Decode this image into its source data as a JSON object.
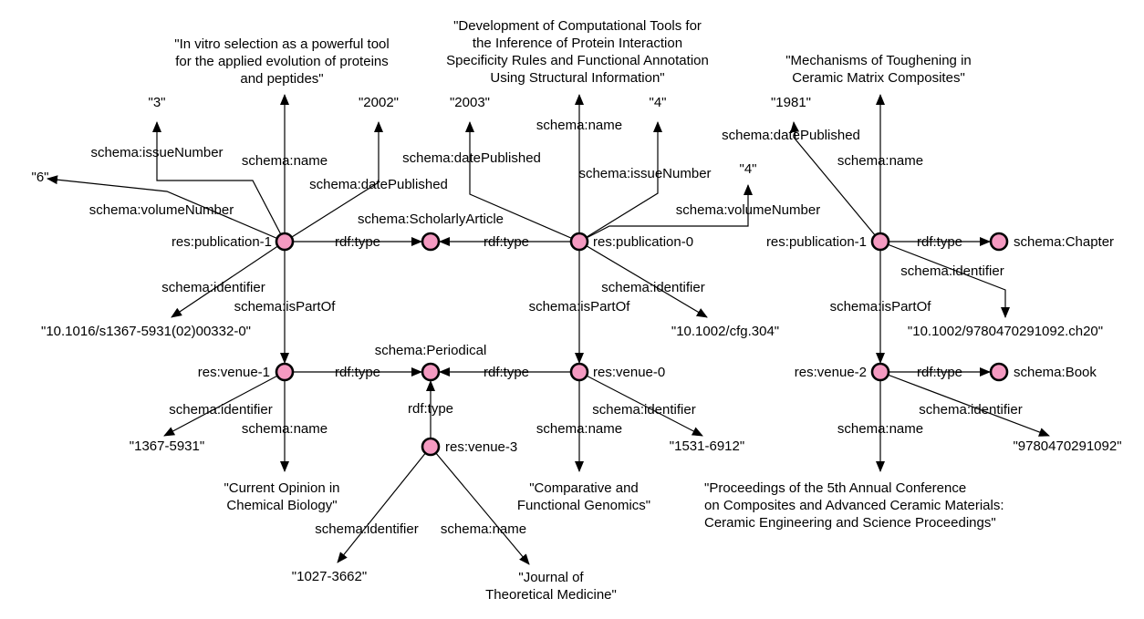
{
  "colors": {
    "node_fill": "#f49ac1",
    "stroke": "#000000",
    "background": "#ffffff"
  },
  "nodes": [
    {
      "id": "pub1a",
      "label": "res:publication-1"
    },
    {
      "id": "pub0",
      "label": "res:publication-0"
    },
    {
      "id": "pub1b",
      "label": "res:publication-1"
    },
    {
      "id": "article",
      "label": "schema:ScholarlyArticle"
    },
    {
      "id": "periodical",
      "label": "schema:Periodical"
    },
    {
      "id": "chapter",
      "label": "schema:Chapter"
    },
    {
      "id": "book",
      "label": "schema:Book"
    },
    {
      "id": "venue1",
      "label": "res:venue-1"
    },
    {
      "id": "venue0",
      "label": "res:venue-0"
    },
    {
      "id": "venue2",
      "label": "res:venue-2"
    },
    {
      "id": "venue3",
      "label": "res:venue-3"
    }
  ],
  "literals": [
    {
      "id": "issue3",
      "lines": [
        "\"3\""
      ]
    },
    {
      "id": "vol6",
      "lines": [
        "\"6\""
      ]
    },
    {
      "id": "title_invitro",
      "lines": [
        "\"In vitro selection as a powerful tool",
        "for the applied evolution of proteins",
        "and peptides\""
      ]
    },
    {
      "id": "date2002",
      "lines": [
        "\"2002\""
      ]
    },
    {
      "id": "doi_s1367",
      "lines": [
        "\"10.1016/s1367-5931(02)00332-0\""
      ]
    },
    {
      "id": "title_compmethods",
      "lines": [
        "\"Development of Computational Tools for",
        "the Inference of Protein Interaction",
        "Specificity Rules and Functional Annotation",
        "Using Structural Information\""
      ]
    },
    {
      "id": "date2003",
      "lines": [
        "\"2003\""
      ]
    },
    {
      "id": "issue4",
      "lines": [
        "\"4\""
      ]
    },
    {
      "id": "vol4",
      "lines": [
        "\"4\""
      ]
    },
    {
      "id": "doi_cfg",
      "lines": [
        "\"10.1002/cfg.304\""
      ]
    },
    {
      "id": "title_toughening",
      "lines": [
        "\"Mechanisms of Toughening in",
        "Ceramic Matrix Composites\""
      ]
    },
    {
      "id": "date1981",
      "lines": [
        "\"1981\""
      ]
    },
    {
      "id": "doi_ch20",
      "lines": [
        "\"10.1002/9780470291092.ch20\""
      ]
    },
    {
      "id": "issn1367",
      "lines": [
        "\"1367-5931\""
      ]
    },
    {
      "id": "name_cocb",
      "lines": [
        "\"Current Opinion in",
        "Chemical Biology\""
      ]
    },
    {
      "id": "issn1531",
      "lines": [
        "\"1531-6912\""
      ]
    },
    {
      "id": "name_cfg",
      "lines": [
        "\"Comparative and",
        "Functional Genomics\""
      ]
    },
    {
      "id": "isbn",
      "lines": [
        "\"9780470291092\""
      ]
    },
    {
      "id": "name_proc",
      "lines": [
        "\"Proceedings of the 5th Annual Conference",
        "on Composites and Advanced Ceramic Materials:",
        "Ceramic Engineering and Science Proceedings\""
      ]
    },
    {
      "id": "issn1027",
      "lines": [
        "\"1027-3662\""
      ]
    },
    {
      "id": "name_jtm",
      "lines": [
        "\"Journal of",
        "Theoretical Medicine\""
      ]
    }
  ],
  "edges": [
    {
      "id": "e_pub1a_issue",
      "label": "schema:issueNumber"
    },
    {
      "id": "e_pub1a_vol",
      "label": "schema:volumeNumber"
    },
    {
      "id": "e_pub1a_name",
      "label": "schema:name"
    },
    {
      "id": "e_pub1a_date",
      "label": "schema:datePublished"
    },
    {
      "id": "e_pub1a_type",
      "label": "rdf:type"
    },
    {
      "id": "e_pub1a_id",
      "label": "schema:identifier"
    },
    {
      "id": "e_pub1a_part",
      "label": "schema:isPartOf"
    },
    {
      "id": "e_pub0_date",
      "label": "schema:datePublished"
    },
    {
      "id": "e_pub0_name",
      "label": "schema:name"
    },
    {
      "id": "e_pub0_issue",
      "label": "schema:issueNumber"
    },
    {
      "id": "e_pub0_vol",
      "label": "schema:volumeNumber"
    },
    {
      "id": "e_pub0_type",
      "label": "rdf:type"
    },
    {
      "id": "e_pub0_id",
      "label": "schema:identifier"
    },
    {
      "id": "e_pub0_part",
      "label": "schema:isPartOf"
    },
    {
      "id": "e_pub1b_date",
      "label": "schema:datePublished"
    },
    {
      "id": "e_pub1b_name",
      "label": "schema:name"
    },
    {
      "id": "e_pub1b_type",
      "label": "rdf:type"
    },
    {
      "id": "e_pub1b_id",
      "label": "schema:identifier"
    },
    {
      "id": "e_pub1b_part",
      "label": "schema:isPartOf"
    },
    {
      "id": "e_v1_type",
      "label": "rdf:type"
    },
    {
      "id": "e_v1_id",
      "label": "schema:identifier"
    },
    {
      "id": "e_v1_name",
      "label": "schema:name"
    },
    {
      "id": "e_v0_type",
      "label": "rdf:type"
    },
    {
      "id": "e_v0_id",
      "label": "schema:identifier"
    },
    {
      "id": "e_v0_name",
      "label": "schema:name"
    },
    {
      "id": "e_v3_type",
      "label": "rdf:type"
    },
    {
      "id": "e_v3_id",
      "label": "schema:identifier"
    },
    {
      "id": "e_v3_name",
      "label": "schema:name"
    },
    {
      "id": "e_v2_type",
      "label": "rdf:type"
    },
    {
      "id": "e_v2_id",
      "label": "schema:identifier"
    },
    {
      "id": "e_v2_name",
      "label": "schema:name"
    }
  ]
}
